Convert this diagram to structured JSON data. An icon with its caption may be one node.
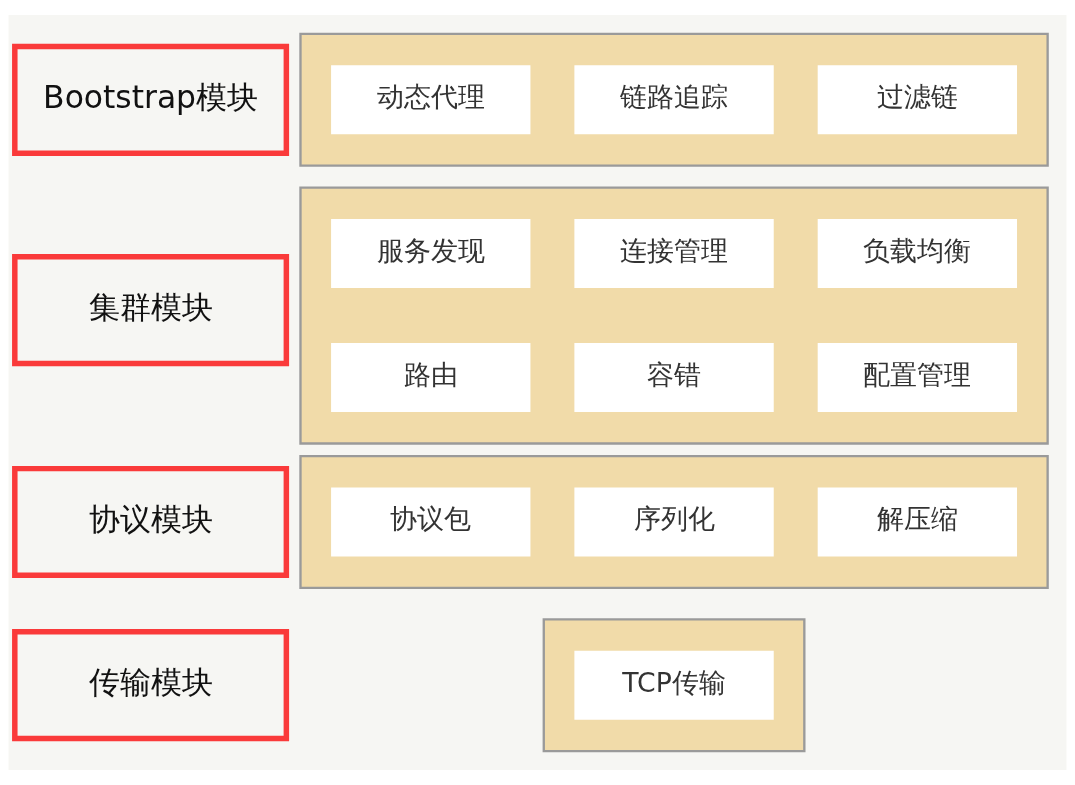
{
  "diagram": {
    "nodes": [
      {
        "text": [
          "Bootstrap模块"
        ]
      },
      {
        "text": [],
        "shape": "box"
      },
      {
        "text": [
          "动态代理"
        ],
        "in": 1
      },
      {
        "text": [
          "链路追踪"
        ],
        "in": 1
      },
      {
        "text": [
          "过滤链"
        ],
        "in": 1
      },
      {
        "text": [
          "集群模块"
        ]
      },
      {
        "text": [],
        "shape": "box"
      },
      {
        "text": [
          "服务发现"
        ],
        "in": 6
      },
      {
        "text": [
          "连接管理"
        ],
        "in": 6
      },
      {
        "text": [
          "负载均衡"
        ],
        "in": 6
      },
      {
        "text": [
          "路由"
        ],
        "in": 6
      },
      {
        "text": [
          "容错"
        ],
        "in": 6
      },
      {
        "text": [
          "配置管理"
        ],
        "in": 6
      },
      {
        "text": [
          "协议模块"
        ]
      },
      {
        "text": [],
        "shape": "box"
      },
      {
        "text": [
          "协议包"
        ],
        "in": 14
      },
      {
        "text": [
          "序列化"
        ],
        "in": 14
      },
      {
        "text": [
          "解压缩"
        ],
        "in": 14
      },
      {
        "text": [
          "传输模块"
        ]
      },
      {
        "text": [],
        "shape": "box"
      },
      {
        "text": [
          "TCP传输"
        ],
        "in": 19
      }
    ]
  }
}
